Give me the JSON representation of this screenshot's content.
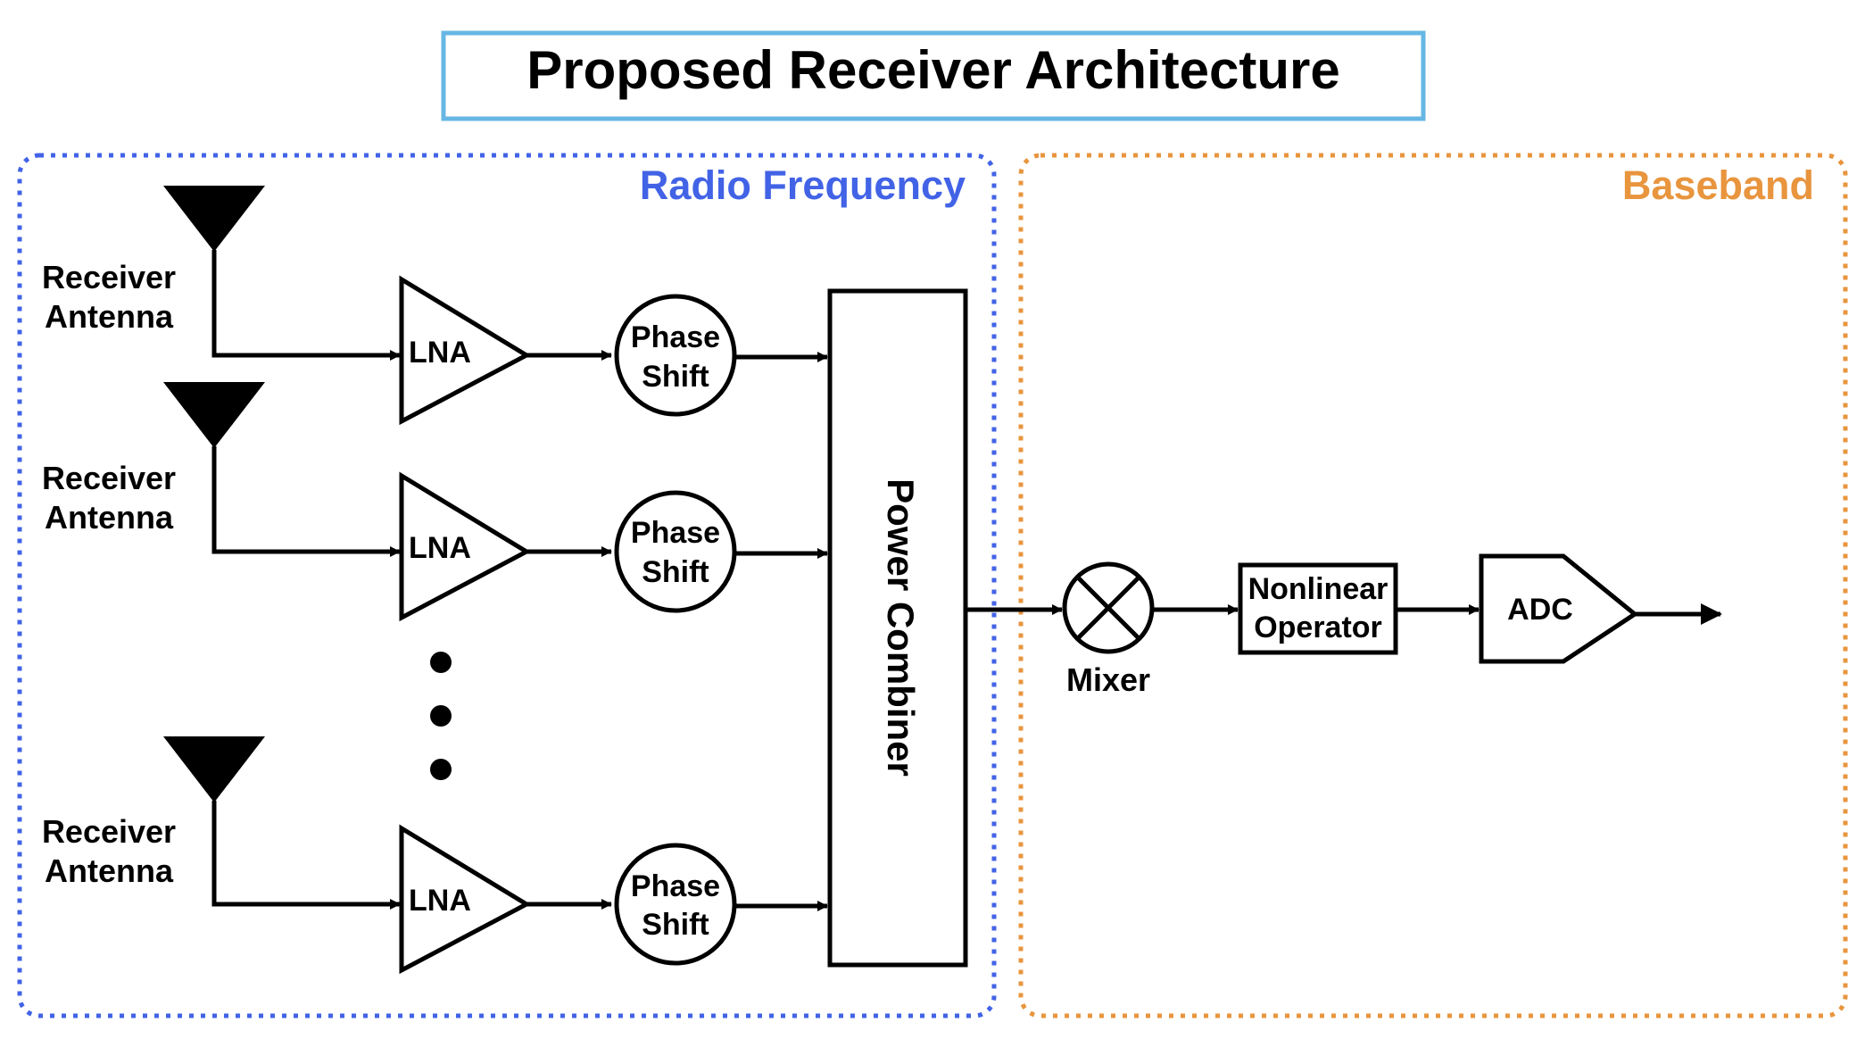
{
  "title": "Proposed Receiver Architecture",
  "sections": {
    "rf": {
      "label": "Radio Frequency",
      "color": "#4263e6"
    },
    "baseband": {
      "label": "Baseband",
      "color": "#e8953e"
    }
  },
  "title_border_color": "#67b7e4",
  "antenna_label_line1": "Receiver",
  "antenna_label_line2": "Antenna",
  "lna_label": "LNA",
  "phase_shift_line1": "Phase",
  "phase_shift_line2": "Shift",
  "combiner_label": "Power Combiner",
  "mixer_label": "Mixer",
  "nonlinear_line1": "Nonlinear",
  "nonlinear_line2": "Operator",
  "adc_label": "ADC",
  "branches": [
    "branch-1",
    "branch-2",
    "branch-n"
  ]
}
